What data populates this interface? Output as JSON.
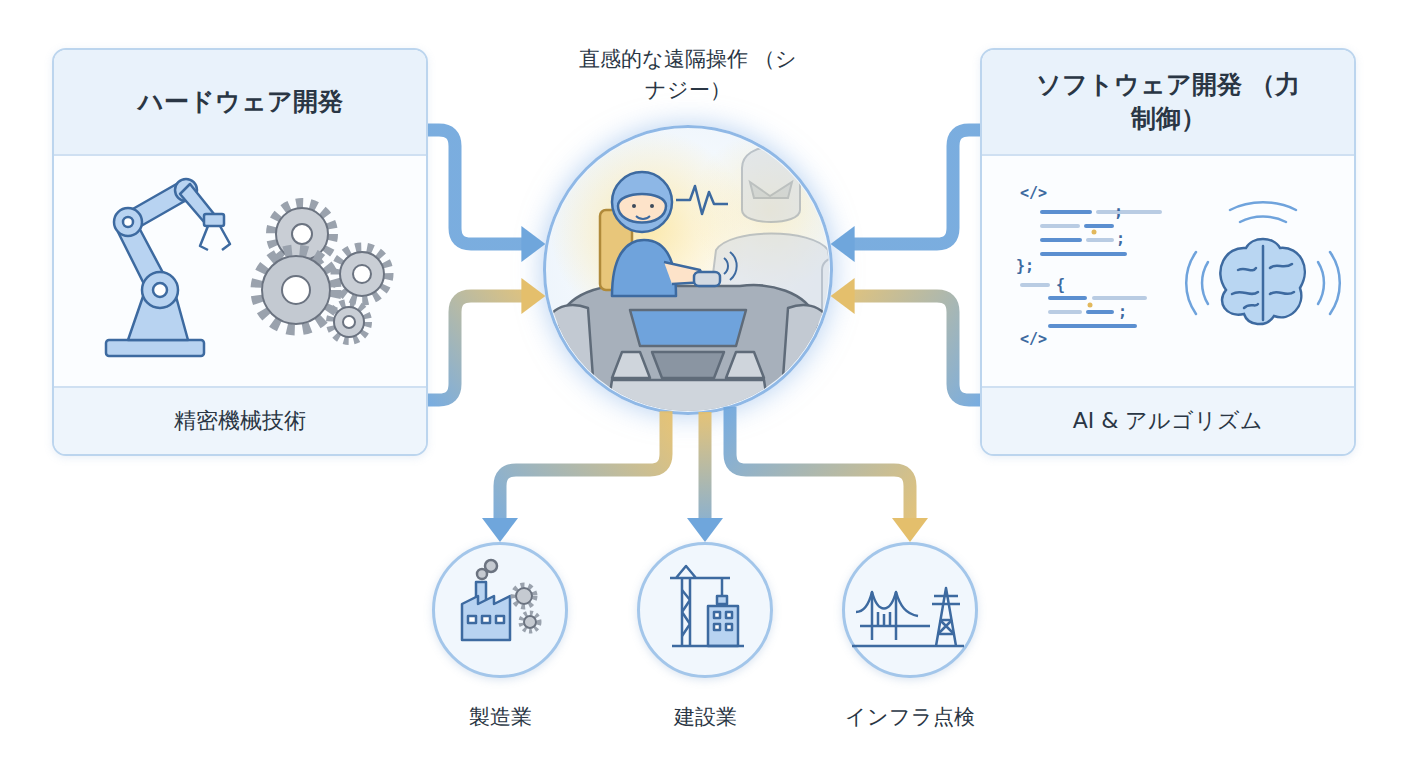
{
  "diagram": {
    "nodes": [
      {
        "text": [
          "ハードウェア開発",
          "精密機械技術"
        ]
      },
      {
        "text": [
          "直感的な遠隔操作 （シナジー）"
        ]
      },
      {
        "text": [
          "ソフトウェア開発 （力制御）",
          "AI & アルゴリズム"
        ]
      },
      {
        "text": [
          "製造業"
        ]
      },
      {
        "text": [
          "建設業"
        ]
      },
      {
        "text": [
          "インフラ点検"
        ]
      }
    ],
    "edges": [
      {
        "from": 0,
        "to": 1,
        "arrow": "to"
      },
      {
        "from": 0,
        "to": 1,
        "arrow": "to"
      },
      {
        "from": 2,
        "to": 1,
        "arrow": "to"
      },
      {
        "from": 2,
        "to": 1,
        "arrow": "to"
      },
      {
        "from": 1,
        "to": 3,
        "arrow": "to"
      },
      {
        "from": 1,
        "to": 4,
        "arrow": "to"
      },
      {
        "from": 1,
        "to": 5,
        "arrow": "to"
      }
    ],
    "labels": [
      "</>",
      ";",
      ";",
      "};",
      "{",
      ";",
      "</>"
    ]
  }
}
